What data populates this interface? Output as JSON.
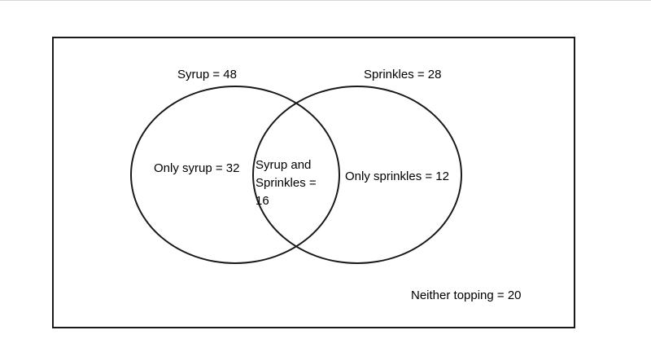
{
  "diagram": {
    "type": "venn",
    "set_left_label": "Syrup = 48",
    "set_right_label": "Sprinkles = 28",
    "only_left_label": "Only syrup = 32",
    "intersection_line1": "Syrup and",
    "intersection_line2": "Sprinkles = 16",
    "only_right_label": "Only sprinkles = 12",
    "neither_label": "Neither topping = 20",
    "values": {
      "syrup_total": 48,
      "sprinkles_total": 28,
      "only_syrup": 32,
      "syrup_and_sprinkles": 16,
      "only_sprinkles": 12,
      "neither_topping": 20
    }
  },
  "colors": {
    "stroke": "#1a1a1a",
    "background": "#ffffff",
    "top_divider": "#d6d6d6"
  }
}
